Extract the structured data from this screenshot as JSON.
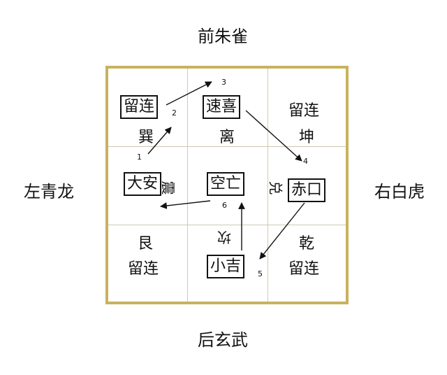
{
  "directions": {
    "top": "前朱雀",
    "bottom": "后玄武",
    "left": "左青龙",
    "right": "右白虎"
  },
  "cells": {
    "top_left": {
      "box": "留连",
      "trigram": "巽"
    },
    "top_center": {
      "box": "速喜",
      "trigram": "离"
    },
    "top_right": {
      "line1": "留连",
      "trigram": "坤"
    },
    "mid_left": {
      "box": "大安",
      "trigram": "震"
    },
    "mid_center": {
      "box": "空亡"
    },
    "mid_right": {
      "box": "赤口",
      "trigram": "兑"
    },
    "bot_left": {
      "trigram": "艮",
      "line2": "留连"
    },
    "bot_center": {
      "box": "小吉",
      "trigram": "坎"
    },
    "bot_right": {
      "trigram": "乾",
      "line2": "留连"
    }
  },
  "steps": [
    "1",
    "2",
    "3",
    "4",
    "5",
    "6"
  ],
  "colors": {
    "frame": "#c9b25f",
    "grid": "#cfc9b4",
    "ink": "#111111"
  }
}
